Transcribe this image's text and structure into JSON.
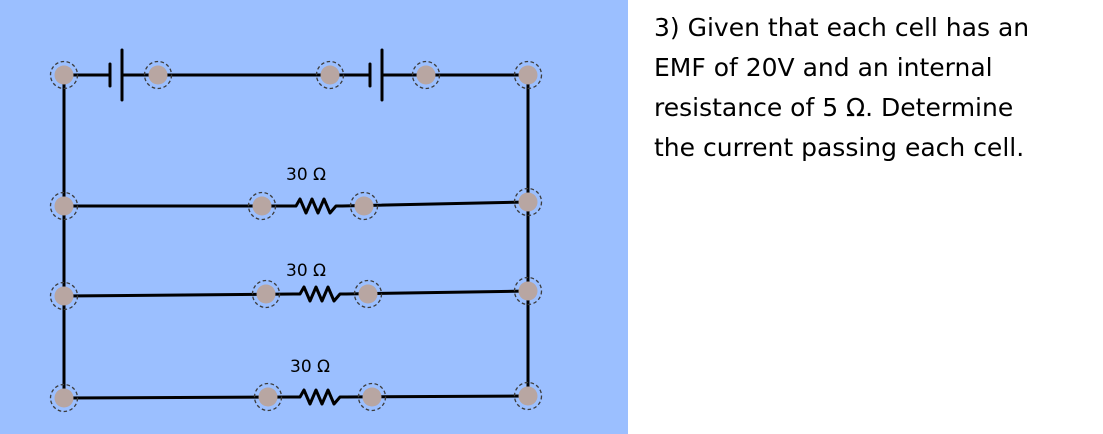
{
  "diagram": {
    "background_color": "#9bbfff",
    "node_color": "#b8a6a2",
    "resistors": [
      {
        "label": "30 Ω"
      },
      {
        "label": "30 Ω"
      },
      {
        "label": "30 Ω"
      }
    ],
    "cells": [
      {
        "component": "battery-cell-icon"
      },
      {
        "component": "battery-cell-icon"
      }
    ]
  },
  "question": {
    "text": "3) Given that each cell has an\nEMF of 20V and an internal\nresistance of 5 Ω. Determine\nthe current passing each cell."
  }
}
